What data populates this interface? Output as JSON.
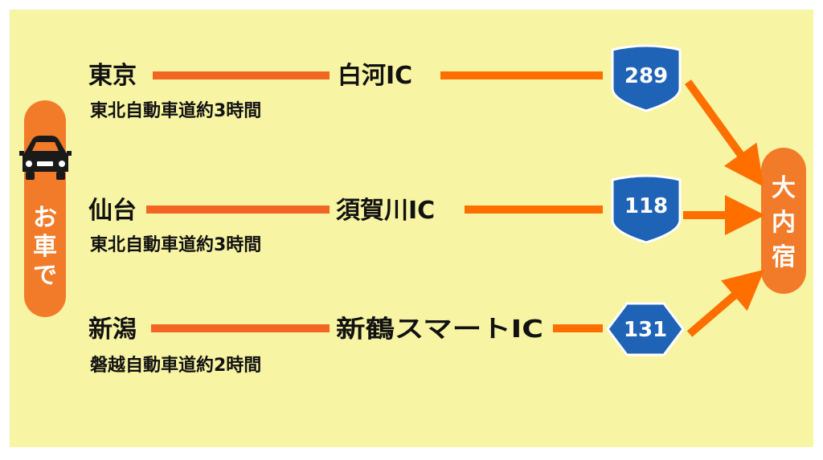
{
  "colors": {
    "background": "#f7f4a3",
    "line_orange": "#f26522",
    "arrow_orange": "#ff6f00",
    "pill_orange": "#f27b2a",
    "shield_blue": "#1f63b7"
  },
  "start": {
    "label_chars": [
      "お",
      "車",
      "で"
    ],
    "icon": "car-icon"
  },
  "destination": {
    "label_chars": [
      "大",
      "内",
      "宿"
    ]
  },
  "routes": [
    {
      "city": "東京",
      "via": "東北自動車道約3時間",
      "ic": "白河IC",
      "route_no": "289",
      "shield": "shield-icon"
    },
    {
      "city": "仙台",
      "via": "東北自動車道約3時間",
      "ic": "須賀川IC",
      "route_no": "118",
      "shield": "shield-icon"
    },
    {
      "city": "新潟",
      "via": "磐越自動車道約2時間",
      "ic": "新鶴スマートIC",
      "route_no": "131",
      "shield": "hexagon-icon"
    }
  ]
}
